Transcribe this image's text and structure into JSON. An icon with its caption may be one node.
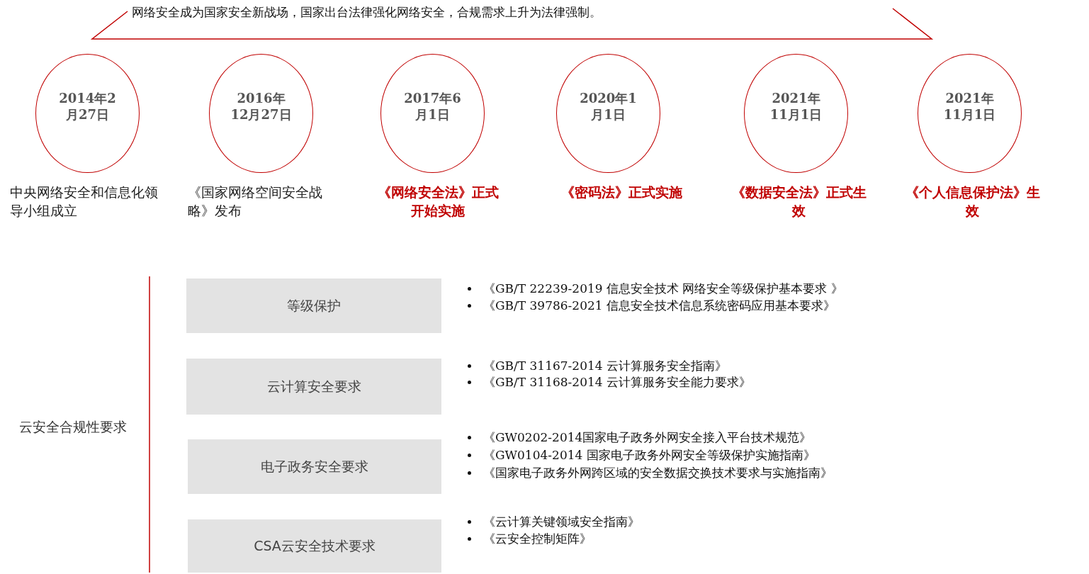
{
  "diagram": {
    "nodes": [
      {
        "text": [
          "2014年2月27日"
        ],
        "beside": [
          "中央网络安全和信息化领导小组成立"
        ]
      },
      {
        "text": [
          "2016年12月27日"
        ],
        "beside": [
          "《国家网络空间安全战略》发布"
        ]
      },
      {
        "text": [
          "2017年6月1日"
        ],
        "beside": [
          "《网络安全法》正式开始实施"
        ]
      },
      {
        "text": [
          "2020年1月1日"
        ],
        "beside": [
          "《密码法》正式实施"
        ]
      },
      {
        "text": [
          "2021年11月1日"
        ],
        "beside": [
          "《数据安全法》正式生效"
        ]
      },
      {
        "text": [
          "2021年11月1日"
        ],
        "beside": [
          "《个人信息保护法》生效"
        ]
      },
      {
        "text": [
          "等级保护"
        ]
      },
      {
        "text": [
          "云计算安全要求"
        ]
      },
      {
        "text": [
          "电子政务安全要求"
        ]
      },
      {
        "text": [
          "CSA云安全技术要求"
        ]
      }
    ],
    "edges": [],
    "labels": [
      "网络安全成为国家安全新战场，国家出台法律强化网络安全，合规需求上升为法律强制。",
      "云安全合规性要求",
      "《GB/T 22239-2019 信息安全技术 网络安全等级保护基本要求 》",
      "《GB/T 39786-2021 信息安全技术信息系统密码应用基本要求》",
      "《GB/T 31167-2014 云计算服务安全指南》",
      "《GB/T 31168-2014 云计算服务安全能力要求》",
      "《GW0202-2014国家电子政务外网安全接入平台技术规范》",
      "《GW0104-2014 国家电子政务外网安全等级保护实施指南》",
      "《国家电子政务外网跨区域的安全数据交换技术要求与实施指南》",
      "《云计算关键领域安全指南》",
      "《云安全控制矩阵》"
    ]
  }
}
